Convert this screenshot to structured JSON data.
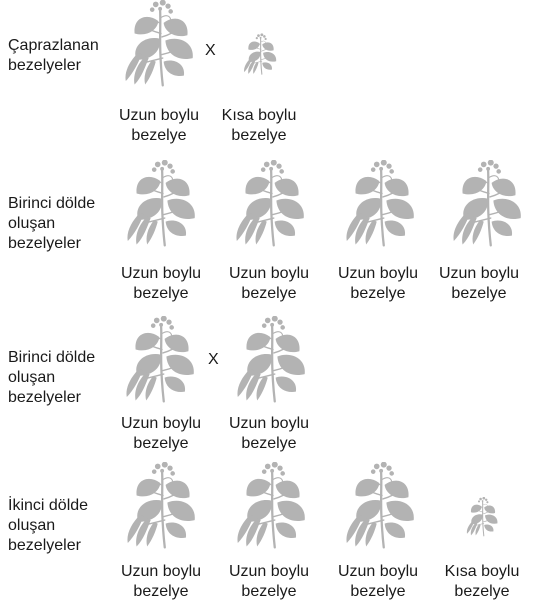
{
  "rows": [
    {
      "label": [
        "Çaprazlanan",
        "bezelyeler"
      ],
      "cross_symbol": "X",
      "plants": [
        {
          "size": "tall",
          "caption": [
            "Uzun boylu",
            "bezelye"
          ]
        },
        {
          "size": "short",
          "caption": [
            "Kısa boylu",
            "bezelye"
          ]
        }
      ]
    },
    {
      "label": [
        "Birinci dölde",
        "oluşan",
        "bezelyeler"
      ],
      "plants": [
        {
          "size": "tall",
          "caption": [
            "Uzun boylu",
            "bezelye"
          ]
        },
        {
          "size": "tall",
          "caption": [
            "Uzun boylu",
            "bezelye"
          ]
        },
        {
          "size": "tall",
          "caption": [
            "Uzun boylu",
            "bezelye"
          ]
        },
        {
          "size": "tall",
          "caption": [
            "Uzun boylu",
            "bezelye"
          ]
        }
      ]
    },
    {
      "label": [
        "Birinci dölde",
        "oluşan",
        "bezelyeler"
      ],
      "cross_symbol": "X",
      "plants": [
        {
          "size": "tall",
          "caption": [
            "Uzun boylu",
            "bezelye"
          ]
        },
        {
          "size": "tall",
          "caption": [
            "Uzun boylu",
            "bezelye"
          ]
        }
      ]
    },
    {
      "label": [
        "İkinci dölde",
        "oluşan",
        "bezelyeler"
      ],
      "plants": [
        {
          "size": "tall",
          "caption": [
            "Uzun boylu",
            "bezelye"
          ]
        },
        {
          "size": "tall",
          "caption": [
            "Uzun boylu",
            "bezelye"
          ]
        },
        {
          "size": "tall",
          "caption": [
            "Uzun boylu",
            "bezelye"
          ]
        },
        {
          "size": "short",
          "caption": [
            "Kısa boylu",
            "bezelye"
          ]
        }
      ]
    }
  ],
  "colors": {
    "plant": "#b3b3b3",
    "text": "#1a1a1a",
    "background": "#ffffff"
  }
}
